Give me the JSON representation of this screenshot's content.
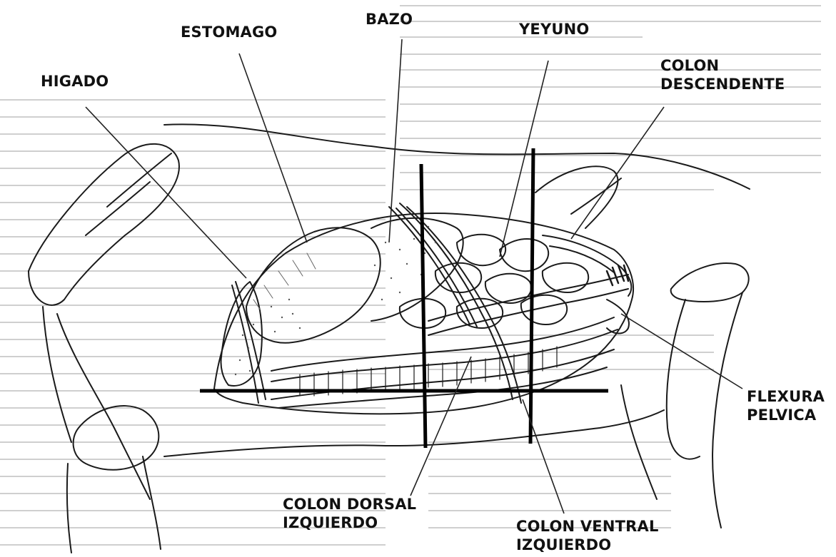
{
  "labels": {
    "higado": "HIGADO",
    "estomago": "ESTOMAGO",
    "bazo": "BAZO",
    "yeyuno": "YEYUNO",
    "colon_descendente": {
      "line1": "COLON",
      "line2": "DESCENDENTE"
    },
    "flexura_pelvica": {
      "line1": "FLEXURA",
      "line2": "PELVICA"
    },
    "colon_dorsal_izquierdo": {
      "line1": "COLON DORSAL",
      "line2": "IZQUIERDO"
    },
    "colon_ventral_izquierdo": {
      "line1": "COLON VENTRAL",
      "line2": "IZQUIERDO"
    }
  }
}
